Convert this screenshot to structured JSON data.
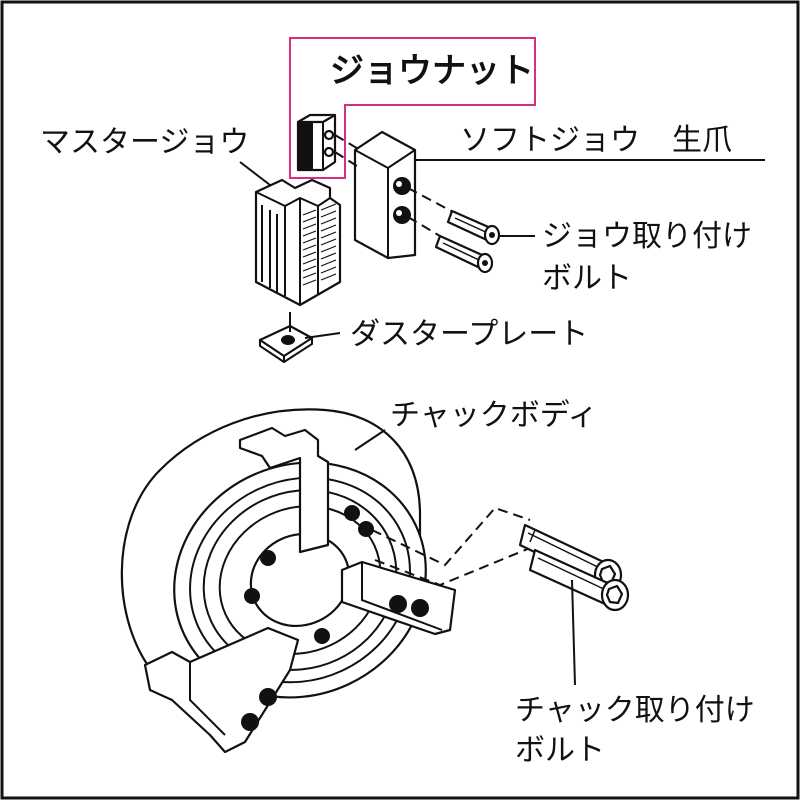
{
  "labels": {
    "jaw_nut": "ジョウナット",
    "master_jaw": "マスタージョウ",
    "soft_jaw": "ソフトジョウ",
    "raw_jaw": "生爪",
    "jaw_mount_bolt_line1": "ジョウ取り付け",
    "jaw_mount_bolt_line2": "ボルト",
    "dust_plate": "ダスタープレート",
    "chuck_body": "チャックボディ",
    "chuck_mount_bolt_line1": "チャック取り付け",
    "chuck_mount_bolt_line2": "ボルト"
  },
  "colors": {
    "highlight_frame": "#d62f7f",
    "ink": "#111111",
    "background": "#ffffff"
  }
}
